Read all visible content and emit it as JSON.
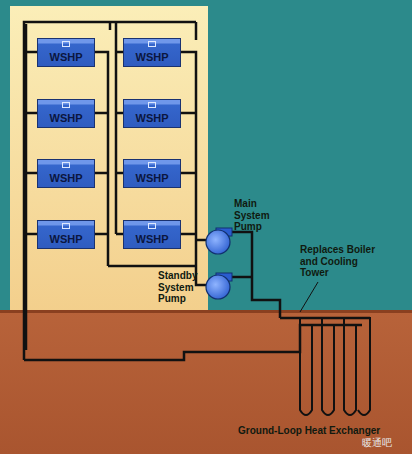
{
  "diagram": {
    "nodes": [
      {
        "text": [
          "WSHP"
        ]
      },
      {
        "text": [
          "WSHP"
        ]
      },
      {
        "text": [
          "WSHP"
        ]
      },
      {
        "text": [
          "WSHP"
        ]
      },
      {
        "text": [
          "WSHP"
        ]
      },
      {
        "text": [
          "WSHP"
        ]
      },
      {
        "text": [
          "WSHP"
        ]
      },
      {
        "text": [
          "WSHP"
        ]
      }
    ],
    "labels": [
      "Main System Pump",
      "Standby System Pump",
      "Replaces Boiler and Cooling Tower",
      "Ground-Loop Heat Exchanger",
      "暖通吧"
    ]
  }
}
